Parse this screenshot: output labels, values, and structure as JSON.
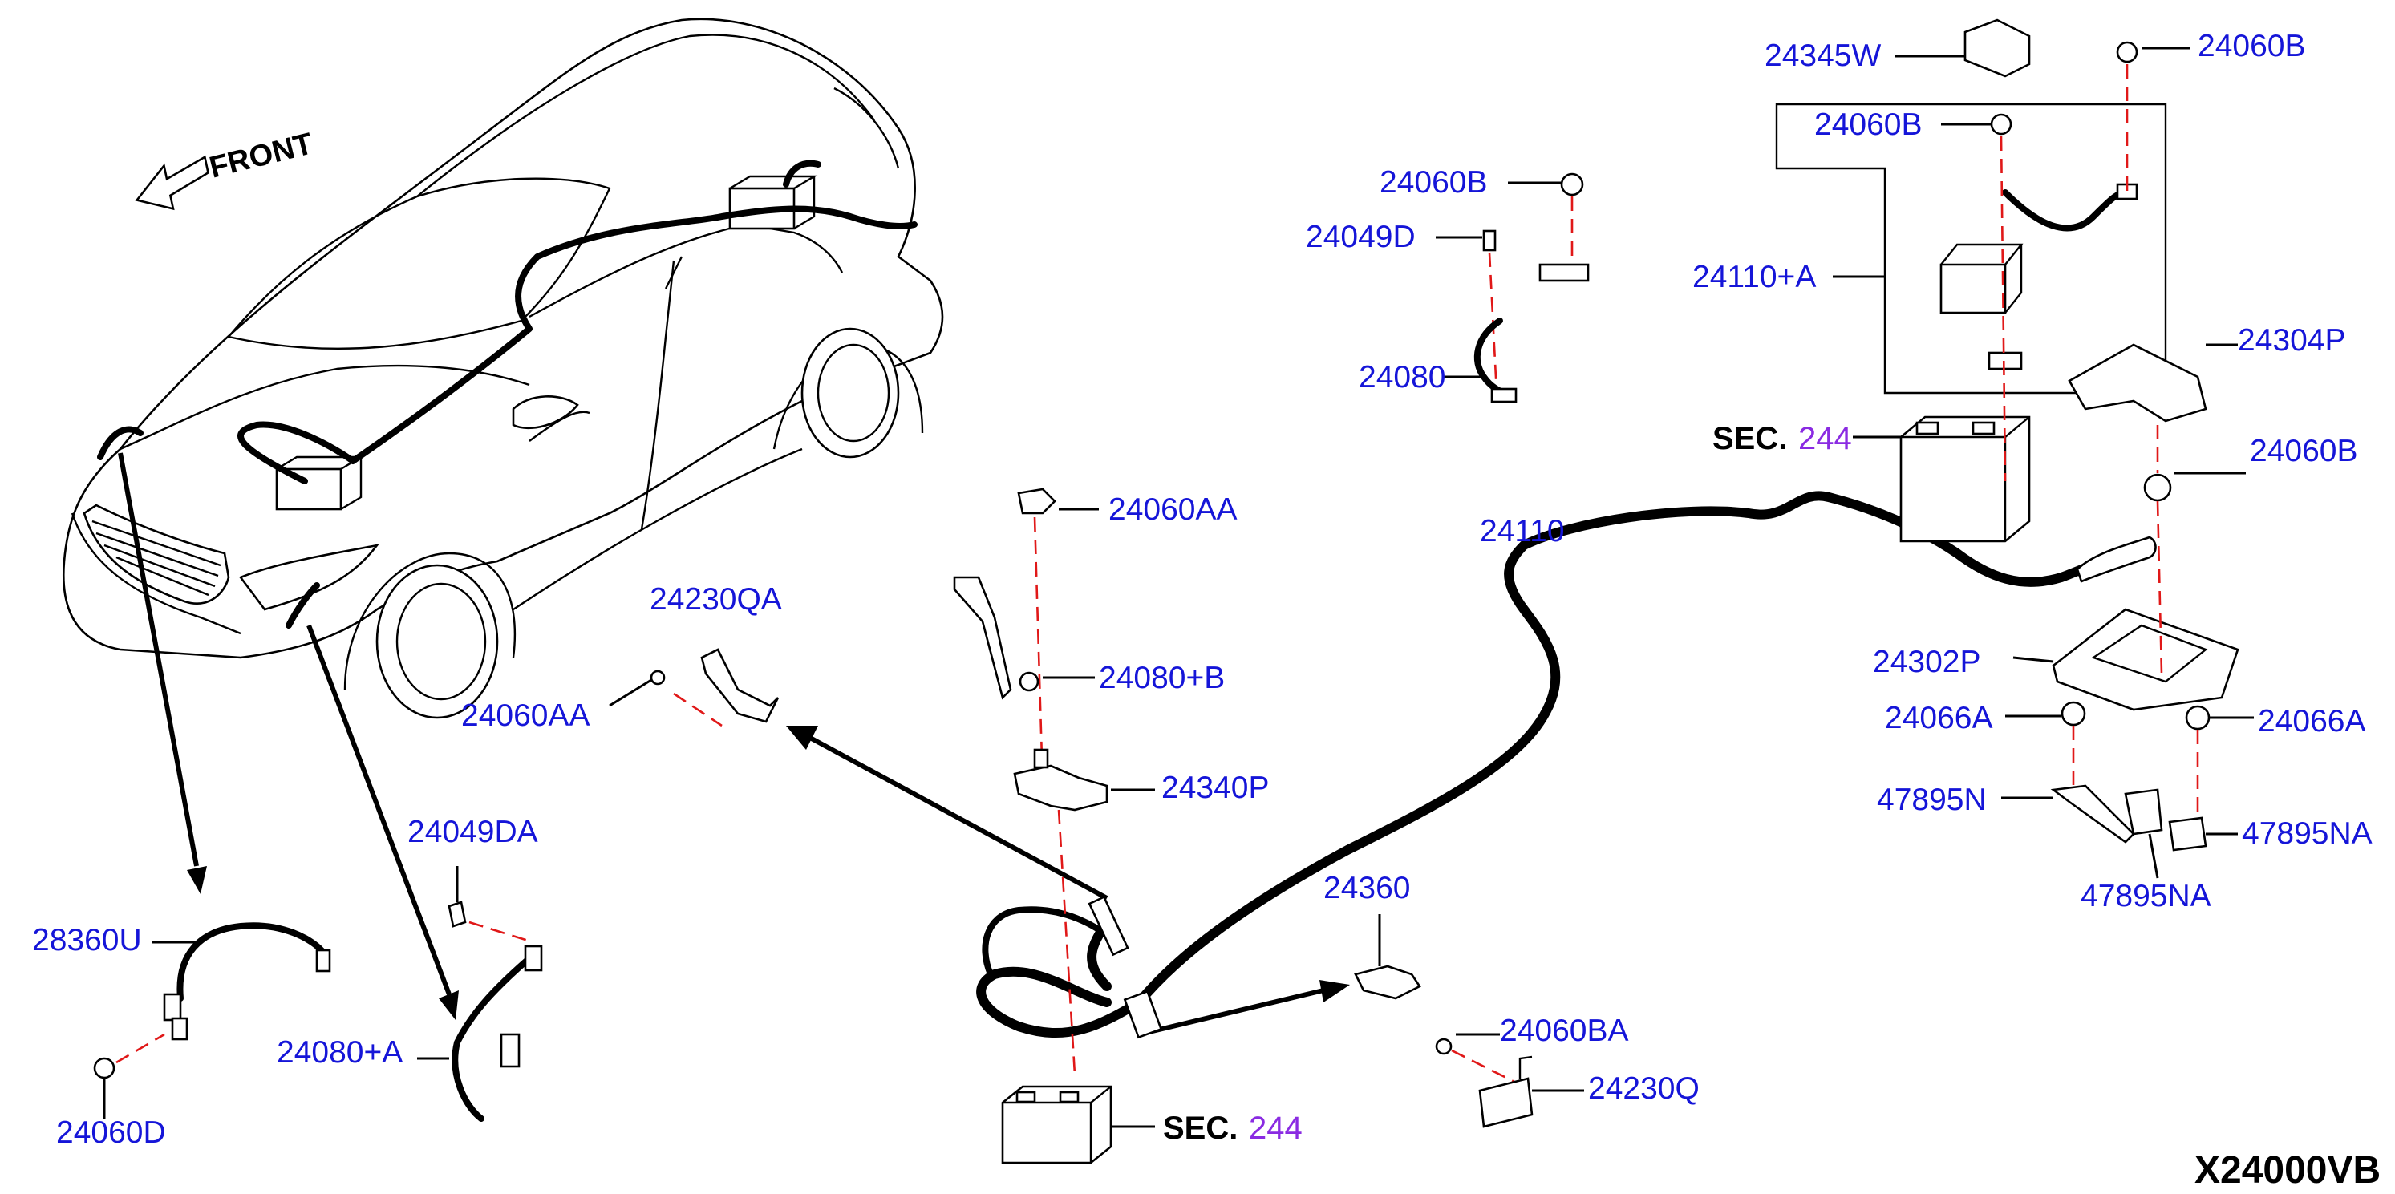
{
  "diagram": {
    "front_label": "FRONT",
    "code": "X24000VB",
    "section": {
      "prefix": "SEC.",
      "number": "244"
    },
    "colors": {
      "label": "#1515d8",
      "section_number": "#8a2be2",
      "guide": "#e01818"
    },
    "labels": [
      "24345W",
      "24060B",
      "24060B",
      "24060B",
      "24110+A",
      "24304P",
      "24060B",
      "24302P",
      "24066A",
      "24066A",
      "47895N",
      "47895NA",
      "47895NA",
      "24060B",
      "24049D",
      "24080",
      "24060AA",
      "24230QA",
      "24060AA",
      "24080+B",
      "24340P",
      "24110",
      "24360",
      "24060BA",
      "24230Q",
      "24049DA",
      "28360U",
      "24080+A",
      "24060D"
    ]
  }
}
